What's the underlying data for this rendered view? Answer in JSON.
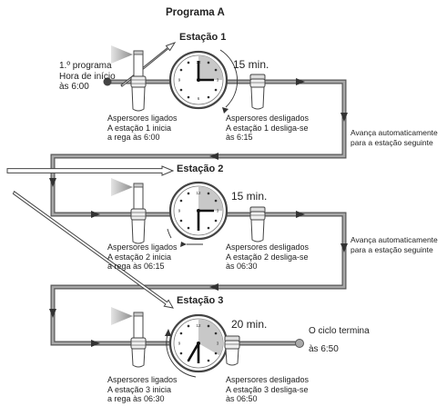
{
  "title": "Programa A",
  "start": {
    "line1": "1.º programa",
    "line2": "Hora de início",
    "line3": "às 6:00"
  },
  "stations": [
    {
      "name": "Estação 1",
      "duration": "15 min.",
      "on": [
        "Aspersores ligados",
        "A estação 1 inicia",
        "a rega às 6:00"
      ],
      "off": [
        "Aspersores desligados",
        "A estação 1 desliga-se",
        "às 6:15"
      ],
      "shaded_minutes": 15
    },
    {
      "name": "Estação 2",
      "duration": "15 min.",
      "on": [
        "Aspersores ligados",
        "A estação 2 inicia",
        "a rega às 06:15"
      ],
      "off": [
        "Aspersores desligados",
        "A estação 2 desliga-se",
        "às 06:30"
      ],
      "shaded_minutes": 15
    },
    {
      "name": "Estação 3",
      "duration": "20 min.",
      "on": [
        "Aspersores ligados",
        "A estação 3 inicia",
        "a rega às 06:30"
      ],
      "off": [
        "Aspersores desligados",
        "A estação 3 desliga-se",
        "às 06:50"
      ],
      "shaded_minutes": 20
    }
  ],
  "advance": [
    "Avança automaticamente",
    "para a estação seguinte"
  ],
  "end": [
    "O ciclo termina",
    "às 6:50"
  ],
  "clock_numbers": [
    "12",
    "3",
    "6",
    "9"
  ],
  "colors": {
    "pipe": "#9a9a9a",
    "outline": "#333333",
    "shade": "#c8c8c8",
    "spray": "#b4b4b4"
  }
}
